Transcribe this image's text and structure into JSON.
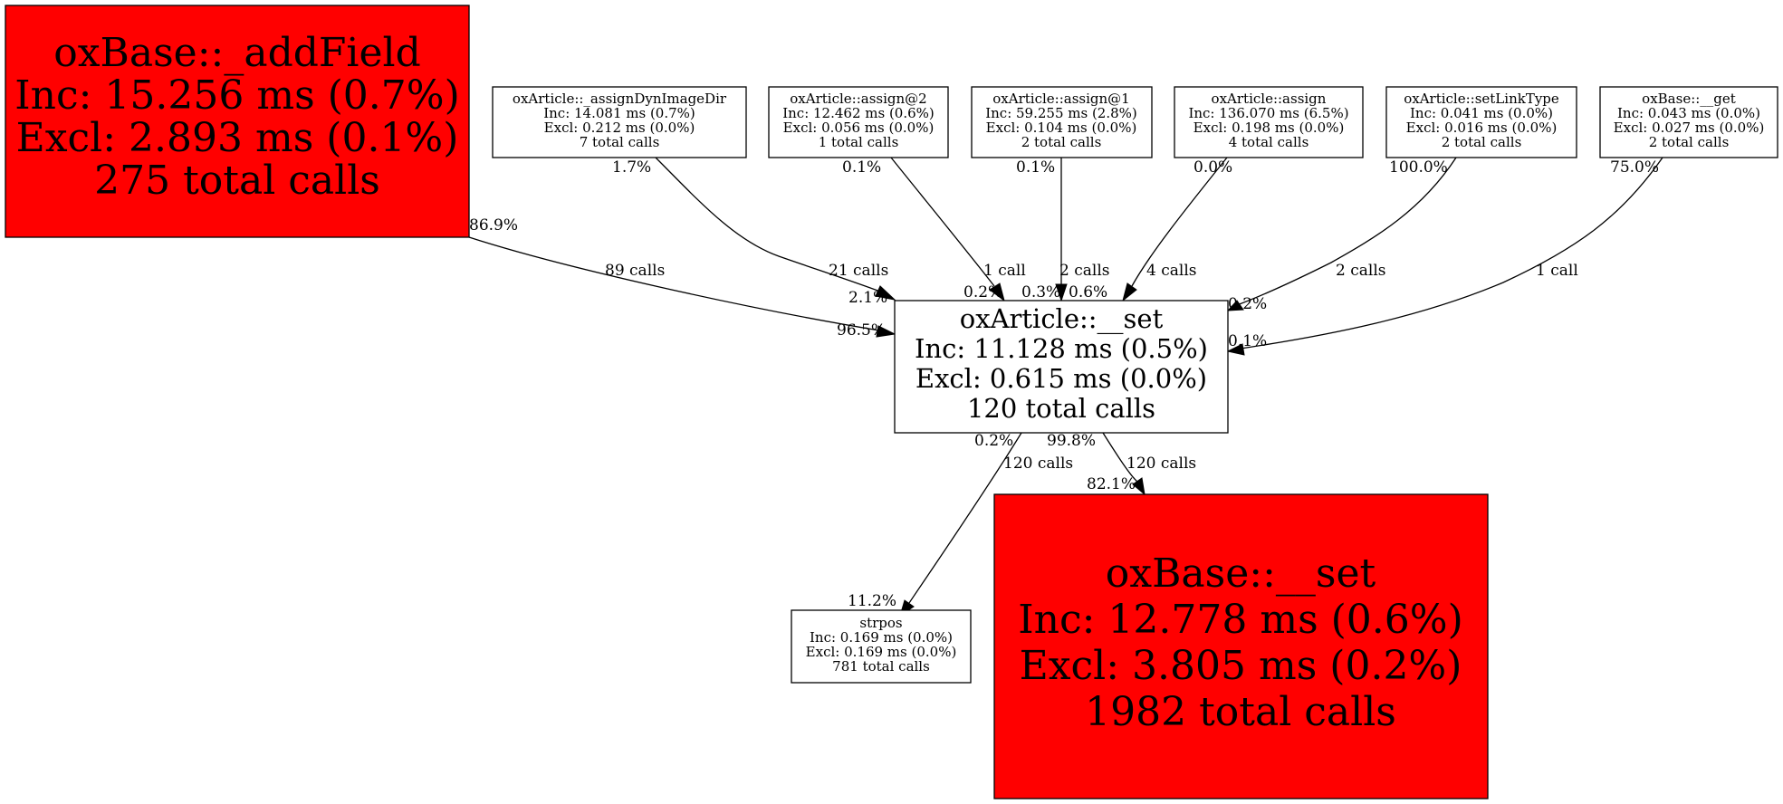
{
  "colors": {
    "hot": "#ff0000",
    "normal": "#ffffff",
    "line": "#000000"
  },
  "nodes": {
    "addField": {
      "lines": [
        "oxBase::_addField",
        "Inc: 15.256 ms (0.7%)",
        "Excl: 2.893 ms (0.1%)",
        "275 total calls"
      ],
      "color": "#ff0000"
    },
    "assignDynImageDir": {
      "lines": [
        "oxArticle::_assignDynImageDir",
        "Inc: 14.081 ms (0.7%)",
        "Excl: 0.212 ms (0.0%)",
        "7 total calls"
      ],
      "color": "#ffffff"
    },
    "assign2": {
      "lines": [
        "oxArticle::assign@2",
        "Inc: 12.462 ms (0.6%)",
        "Excl: 0.056 ms (0.0%)",
        "1 total calls"
      ],
      "color": "#ffffff"
    },
    "assign1": {
      "lines": [
        "oxArticle::assign@1",
        "Inc: 59.255 ms (2.8%)",
        "Excl: 0.104 ms (0.0%)",
        "2 total calls"
      ],
      "color": "#ffffff"
    },
    "assign": {
      "lines": [
        "oxArticle::assign",
        "Inc: 136.070 ms (6.5%)",
        "Excl: 0.198 ms (0.0%)",
        "4 total calls"
      ],
      "color": "#ffffff"
    },
    "setLinkType": {
      "lines": [
        "oxArticle::setLinkType",
        "Inc: 0.041 ms (0.0%)",
        "Excl: 0.016 ms (0.0%)",
        "2 total calls"
      ],
      "color": "#ffffff"
    },
    "baseGet": {
      "lines": [
        "oxBase::__get",
        "Inc: 0.043 ms (0.0%)",
        "Excl: 0.027 ms (0.0%)",
        "2 total calls"
      ],
      "color": "#ffffff"
    },
    "articleSet": {
      "lines": [
        "oxArticle::__set",
        "Inc: 11.128 ms (0.5%)",
        "Excl: 0.615 ms (0.0%)",
        "120 total calls"
      ],
      "color": "#ffffff"
    },
    "strpos": {
      "lines": [
        "strpos",
        "Inc: 0.169 ms (0.0%)",
        "Excl: 0.169 ms (0.0%)",
        "781 total calls"
      ],
      "color": "#ffffff"
    },
    "baseSet": {
      "lines": [
        "oxBase::__set",
        "Inc: 12.778 ms (0.6%)",
        "Excl: 3.805 ms (0.2%)",
        "1982 total calls"
      ],
      "color": "#ff0000"
    }
  },
  "edges": [
    {
      "from": "addField",
      "to": "articleSet",
      "calls": "89 calls",
      "tail_pct": "86.9%",
      "head_pct": "96.5%"
    },
    {
      "from": "assignDynImageDir",
      "to": "articleSet",
      "calls": "21 calls",
      "tail_pct": "1.7%",
      "head_pct": "2.1%"
    },
    {
      "from": "assign2",
      "to": "articleSet",
      "calls": "1 call",
      "tail_pct": "0.1%",
      "head_pct": "0.2%"
    },
    {
      "from": "assign1",
      "to": "articleSet",
      "calls": "2 calls",
      "tail_pct": "0.1%",
      "head_pct": "0.3%"
    },
    {
      "from": "assign",
      "to": "articleSet",
      "calls": "4 calls",
      "tail_pct": "0.0%",
      "head_pct": "0.6%"
    },
    {
      "from": "setLinkType",
      "to": "articleSet",
      "calls": "2 calls",
      "tail_pct": "100.0%",
      "head_pct": "0.2%"
    },
    {
      "from": "baseGet",
      "to": "articleSet",
      "calls": "1 call",
      "tail_pct": "75.0%",
      "head_pct": "0.1%"
    },
    {
      "from": "articleSet",
      "to": "strpos",
      "calls": "120 calls",
      "tail_pct": "0.2%",
      "head_pct": "11.2%"
    },
    {
      "from": "articleSet",
      "to": "baseSet",
      "calls": "120 calls",
      "tail_pct": "99.8%",
      "head_pct": "82.1%"
    }
  ]
}
